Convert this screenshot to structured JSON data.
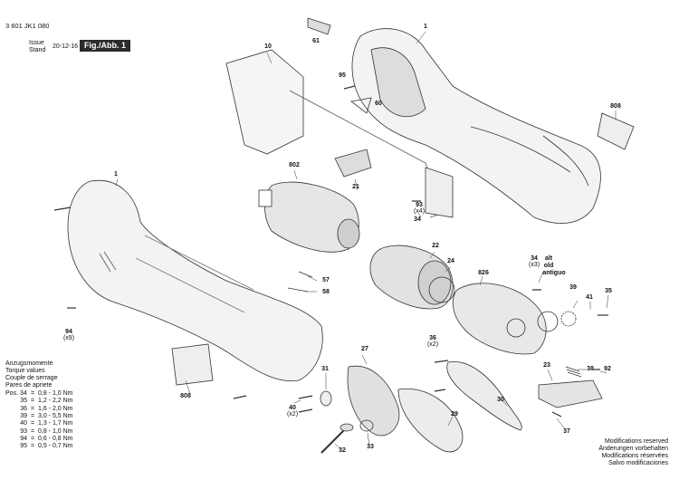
{
  "header": {
    "doc_number": "3 601 JK1 080",
    "issue_label": "Issue",
    "stand_label": "Stand",
    "issue_date": "20-12-16",
    "figure_label": "Fig./Abb. 1"
  },
  "callouts": [
    {
      "id": "1a",
      "text": "1"
    },
    {
      "id": "1b",
      "text": "1"
    },
    {
      "id": "10",
      "text": "10"
    },
    {
      "id": "61",
      "text": "61"
    },
    {
      "id": "95",
      "text": "95"
    },
    {
      "id": "60",
      "text": "60"
    },
    {
      "id": "808a",
      "text": "808"
    },
    {
      "id": "802",
      "text": "802"
    },
    {
      "id": "21",
      "text": "21"
    },
    {
      "id": "93",
      "text": "93"
    },
    {
      "id": "93q",
      "text": "(x4)"
    },
    {
      "id": "34a",
      "text": "34"
    },
    {
      "id": "22",
      "text": "22"
    },
    {
      "id": "24",
      "text": "24"
    },
    {
      "id": "57",
      "text": "57"
    },
    {
      "id": "58",
      "text": "58"
    },
    {
      "id": "826",
      "text": "826"
    },
    {
      "id": "34b",
      "text": "34"
    },
    {
      "id": "34bq",
      "text": "(x3)"
    },
    {
      "id": "alt1",
      "text": "alt"
    },
    {
      "id": "alt2",
      "text": "old"
    },
    {
      "id": "alt3",
      "text": "antiguo"
    },
    {
      "id": "39",
      "text": "39"
    },
    {
      "id": "41",
      "text": "41"
    },
    {
      "id": "35",
      "text": "35"
    },
    {
      "id": "94",
      "text": "94"
    },
    {
      "id": "94q",
      "text": "(x9)"
    },
    {
      "id": "36",
      "text": "36"
    },
    {
      "id": "36q",
      "text": "(x2)"
    },
    {
      "id": "27",
      "text": "27"
    },
    {
      "id": "31",
      "text": "31"
    },
    {
      "id": "23",
      "text": "23"
    },
    {
      "id": "38",
      "text": "38"
    },
    {
      "id": "92",
      "text": "92"
    },
    {
      "id": "808b",
      "text": "808"
    },
    {
      "id": "40",
      "text": "40"
    },
    {
      "id": "40q",
      "text": "(x2)"
    },
    {
      "id": "30",
      "text": "30"
    },
    {
      "id": "29",
      "text": "29"
    },
    {
      "id": "37",
      "text": "37"
    },
    {
      "id": "32",
      "text": "32"
    },
    {
      "id": "33",
      "text": "33"
    }
  ],
  "torque": {
    "title_de": "Anzugsmomente",
    "title_en": "Torque values",
    "title_fr": "Couple de serrage",
    "title_es": "Pares de apriete",
    "rows": [
      {
        "pos": "Pos. 34",
        "eq": "=",
        "val": "0,8 - 1,0 Nm"
      },
      {
        "pos": "35",
        "eq": "=",
        "val": "1,2 - 2,2 Nm"
      },
      {
        "pos": "36",
        "eq": "=",
        "val": "1,6 - 2,0 Nm"
      },
      {
        "pos": "39",
        "eq": "=",
        "val": "3,0 - 5,5 Nm"
      },
      {
        "pos": "40",
        "eq": "=",
        "val": "1,3 - 1,7 Nm"
      },
      {
        "pos": "93",
        "eq": "=",
        "val": "0,8 - 1,0 Nm"
      },
      {
        "pos": "94",
        "eq": "=",
        "val": "0,6 - 0,8 Nm"
      },
      {
        "pos": "95",
        "eq": "=",
        "val": "0,5 - 0,7 Nm"
      }
    ]
  },
  "modifications": {
    "en": "Modifications reserved",
    "de": "Änderungen vorbehalten",
    "fr": "Modifications réservées",
    "es": "Salvo modificaciones"
  }
}
